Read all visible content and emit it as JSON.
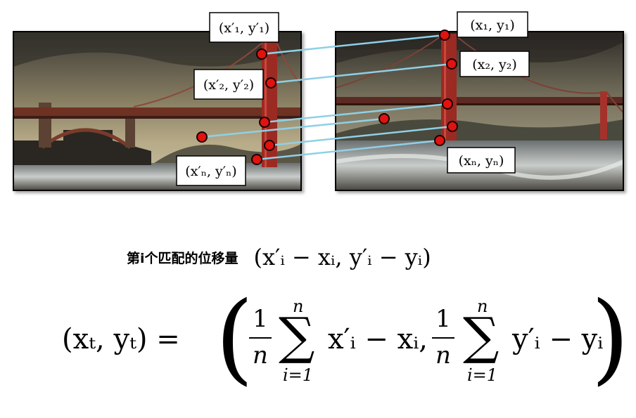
{
  "left_labels": [
    "(x′₁, y′₁)",
    "(x′₂, y′₂)",
    "(x′ₙ, y′ₙ)"
  ],
  "right_labels": [
    "(x₁, y₁)",
    "(x₂, y₂)",
    "(xₙ, yₙ)"
  ],
  "caption": {
    "text": "第i个匹配的位移量",
    "expression": "(x′ᵢ − xᵢ, y′ᵢ − yᵢ)"
  },
  "formula": {
    "lhs": "(xₜ, yₜ) =",
    "frac_num": "1",
    "frac_den": "n",
    "upper_limit": "n",
    "lower_limit": "i=1",
    "term1": "x′ᵢ − xᵢ,",
    "term2": "y′ᵢ − yᵢ"
  }
}
